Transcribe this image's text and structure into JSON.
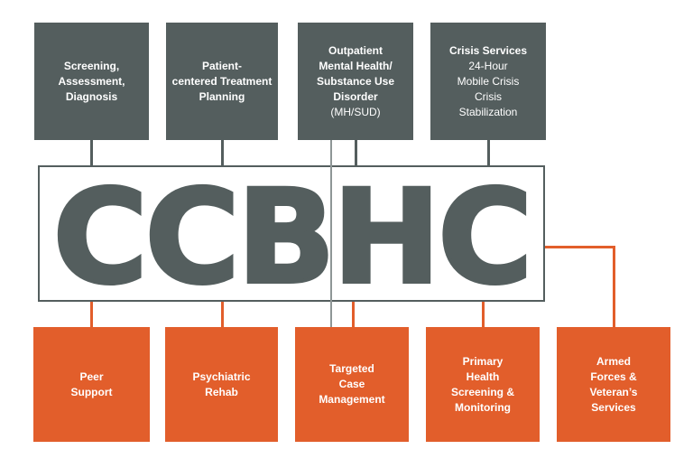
{
  "title": "CCBHC",
  "colors": {
    "background": "#FFFFFF",
    "slate": "#545E5E",
    "orange": "#E25E2B",
    "thin_line": "#8E9696",
    "text_on_box": "#FFFFFF"
  },
  "top_boxes": [
    {
      "name": "screening-assessment-diagnosis",
      "lines": [
        "Screening,",
        "Assessment,",
        "Diagnosis"
      ]
    },
    {
      "name": "patient-centered-treatment-planning",
      "lines": [
        "Patient-",
        "centered Treatment",
        "Planning"
      ]
    },
    {
      "name": "outpatient-mh-sud",
      "lines": [
        "Outpatient",
        "Mental Health/",
        "Substance Use",
        "Disorder",
        "(MH/SUD)"
      ]
    },
    {
      "name": "crisis-services",
      "lines": [
        "Crisis Services",
        "24-Hour",
        "Mobile Crisis",
        "Crisis",
        "Stabilization"
      ]
    }
  ],
  "bottom_boxes": [
    {
      "name": "peer-support",
      "lines": [
        "Peer",
        "Support"
      ]
    },
    {
      "name": "psychiatric-rehab",
      "lines": [
        "Psychiatric",
        "Rehab"
      ]
    },
    {
      "name": "targeted-case-management",
      "lines": [
        "Targeted",
        "Case",
        "Management"
      ]
    },
    {
      "name": "primary-health-screening-monitoring",
      "lines": [
        "Primary",
        "Health",
        "Screening &",
        "Monitoring"
      ]
    },
    {
      "name": "armed-forces-veterans-services",
      "lines": [
        "Armed",
        "Forces &",
        "Veteran’s",
        "Services"
      ]
    }
  ]
}
